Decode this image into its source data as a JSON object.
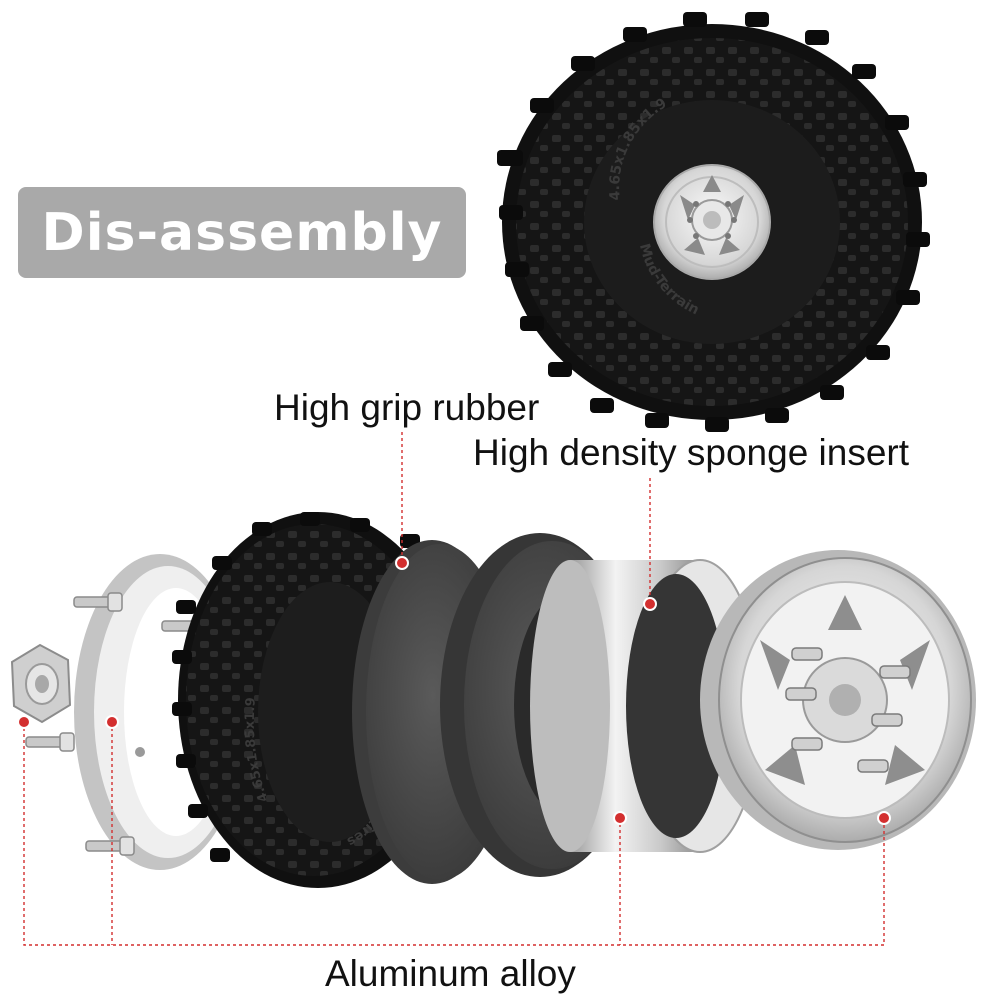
{
  "badge": {
    "text": "Dis-assembly"
  },
  "labels": {
    "rubber": "High grip rubber",
    "sponge": "High density sponge insert",
    "alloy": "Aluminum alloy"
  },
  "tire_markings": {
    "size": "4.65x1.85x1.9",
    "model": "Mud-Terrain",
    "brand": "tires"
  },
  "colors": {
    "badge_bg": "#a9a9a9",
    "leader_line": "#d32f2f",
    "tire": "#111111",
    "sponge": "#4a4a4a",
    "aluminum": "#d8d8d8"
  }
}
